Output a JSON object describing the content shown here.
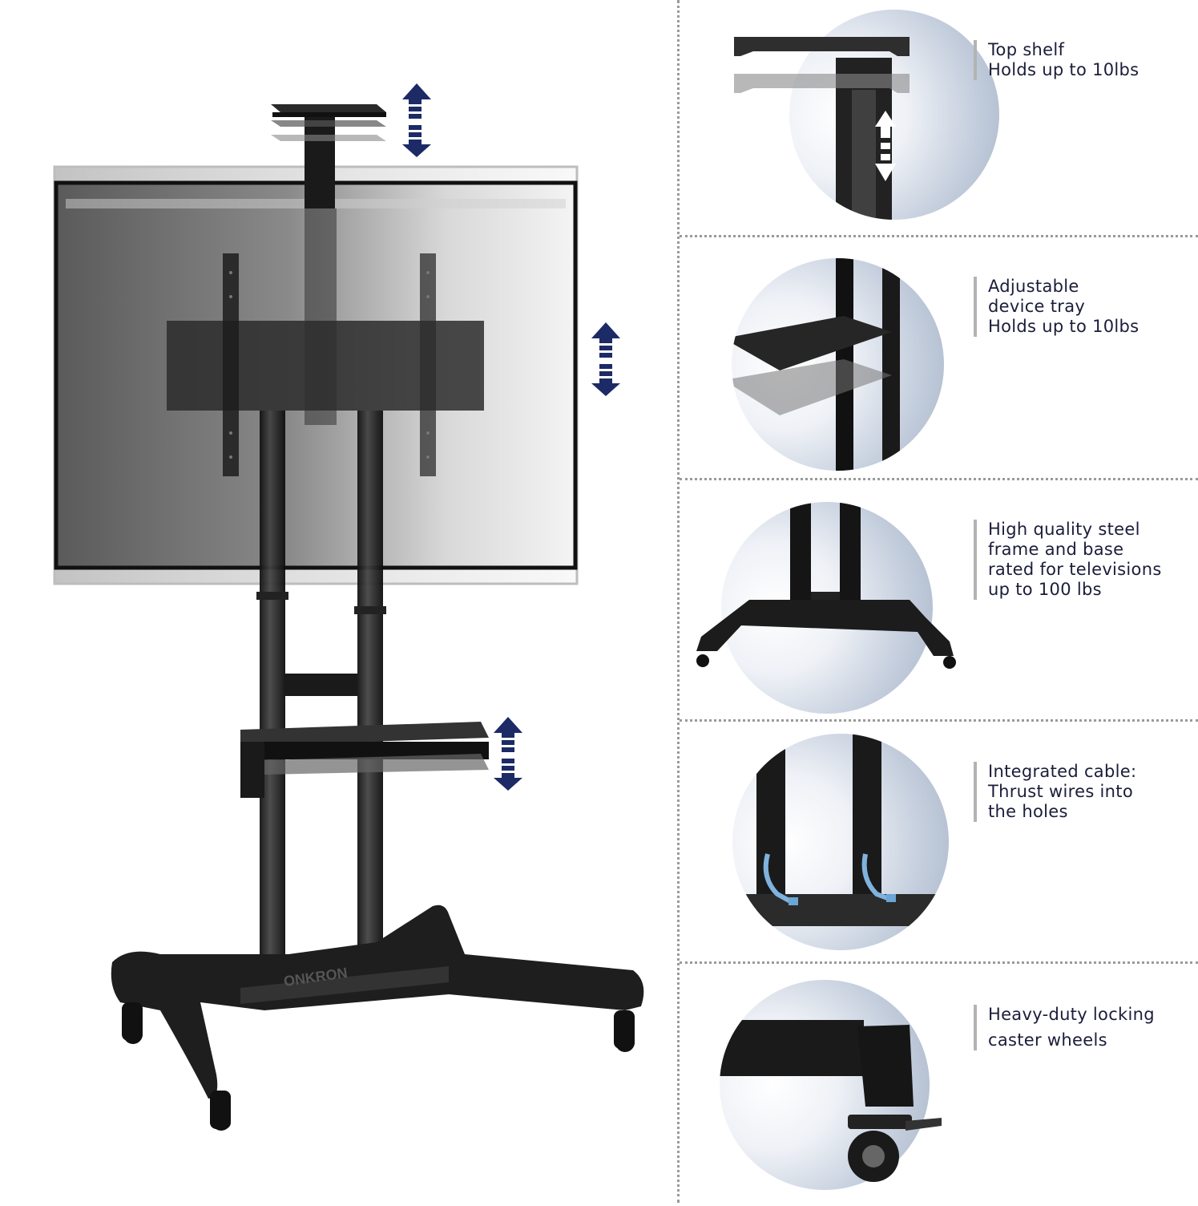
{
  "product": {
    "brand_logo": "ONKRON",
    "colors": {
      "arrow_navy": "#1c2a66",
      "text_navy": "#1b1d3a",
      "divider_gray": "#9a9a9a",
      "accent_bar_gray": "#b3b3b3",
      "circle_blue": "#a6b3c7",
      "cable_blue": "#7fb2dd"
    }
  },
  "features": [
    {
      "id": "top-shelf",
      "icon": "top-shelf-closeup",
      "lines": [
        "Top shelf",
        "Holds up to 10lbs"
      ]
    },
    {
      "id": "device-tray",
      "icon": "device-tray-closeup",
      "lines": [
        "Adjustable",
        "device tray",
        "Holds up to 10lbs"
      ]
    },
    {
      "id": "steel-frame",
      "icon": "steel-base-closeup",
      "lines": [
        "High quality steel",
        "frame and base",
        "rated for televisions",
        "up to 100 lbs"
      ]
    },
    {
      "id": "cable-management",
      "icon": "cable-holes-closeup",
      "lines": [
        "Integrated cable:",
        "Thrust wires into",
        "the holes"
      ]
    },
    {
      "id": "caster-wheels",
      "icon": "locking-caster-closeup",
      "lines": [
        "Heavy-duty locking",
        "caster wheels"
      ]
    }
  ]
}
